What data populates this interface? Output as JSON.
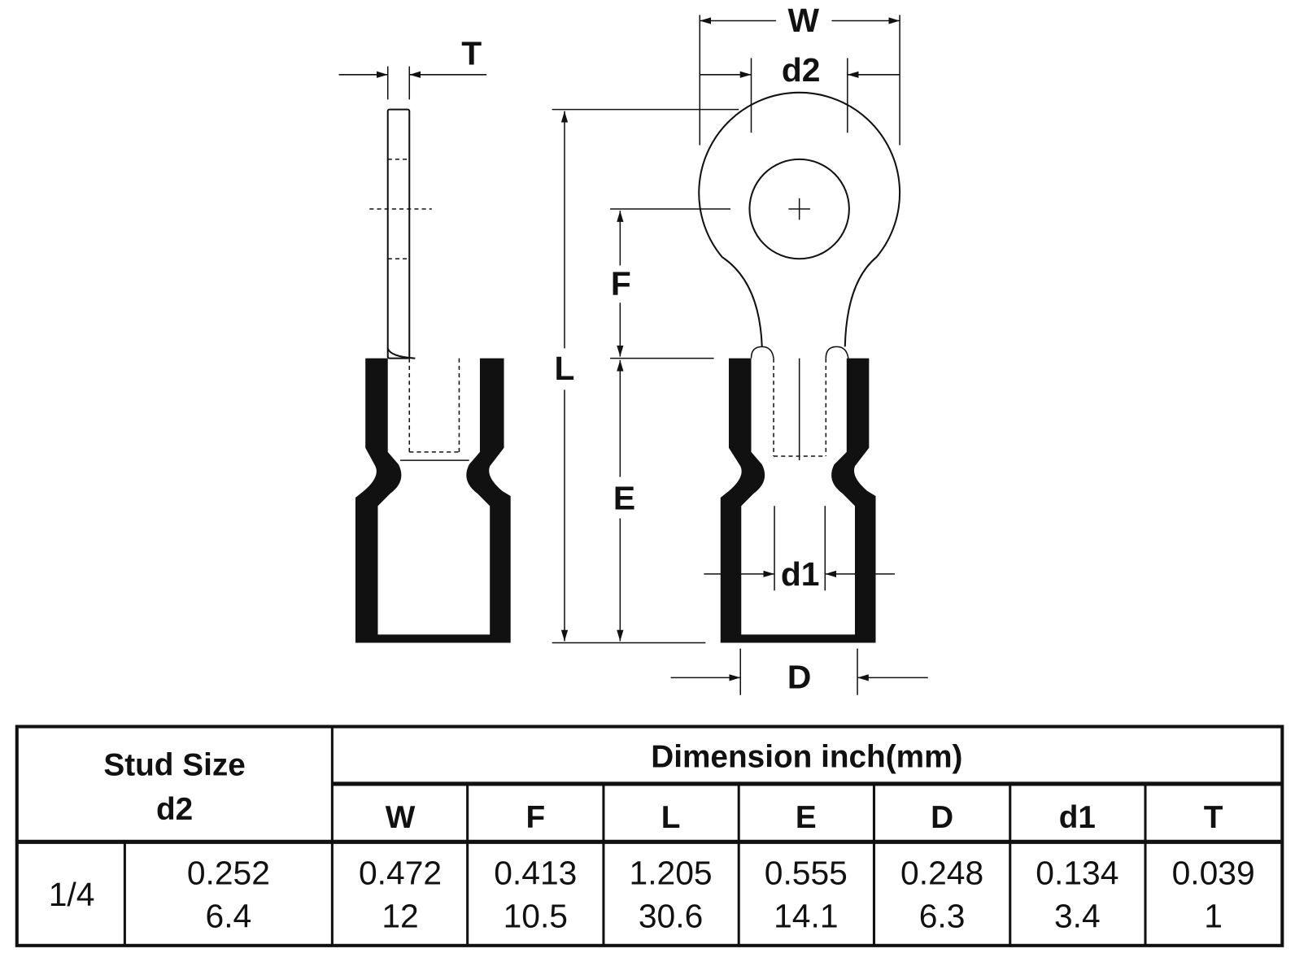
{
  "drawing": {
    "labels": {
      "T": "T",
      "W": "W",
      "d2": "d2",
      "F": "F",
      "L": "L",
      "E": "E",
      "d1": "d1",
      "D": "D"
    }
  },
  "table": {
    "stud_header_line1": "Stud Size",
    "stud_header_line2": "d2",
    "dimension_header": "Dimension inch(mm)",
    "columns": [
      "W",
      "F",
      "L",
      "E",
      "D",
      "d1",
      "T"
    ],
    "rows": [
      {
        "stud": "1/4",
        "d2": {
          "inch": "0.252",
          "mm": "6.4"
        },
        "values": [
          {
            "inch": "0.472",
            "mm": "12"
          },
          {
            "inch": "0.413",
            "mm": "10.5"
          },
          {
            "inch": "1.205",
            "mm": "30.6"
          },
          {
            "inch": "0.555",
            "mm": "14.1"
          },
          {
            "inch": "0.248",
            "mm": "6.3"
          },
          {
            "inch": "0.134",
            "mm": "3.4"
          },
          {
            "inch": "0.039",
            "mm": "1"
          }
        ]
      }
    ]
  }
}
